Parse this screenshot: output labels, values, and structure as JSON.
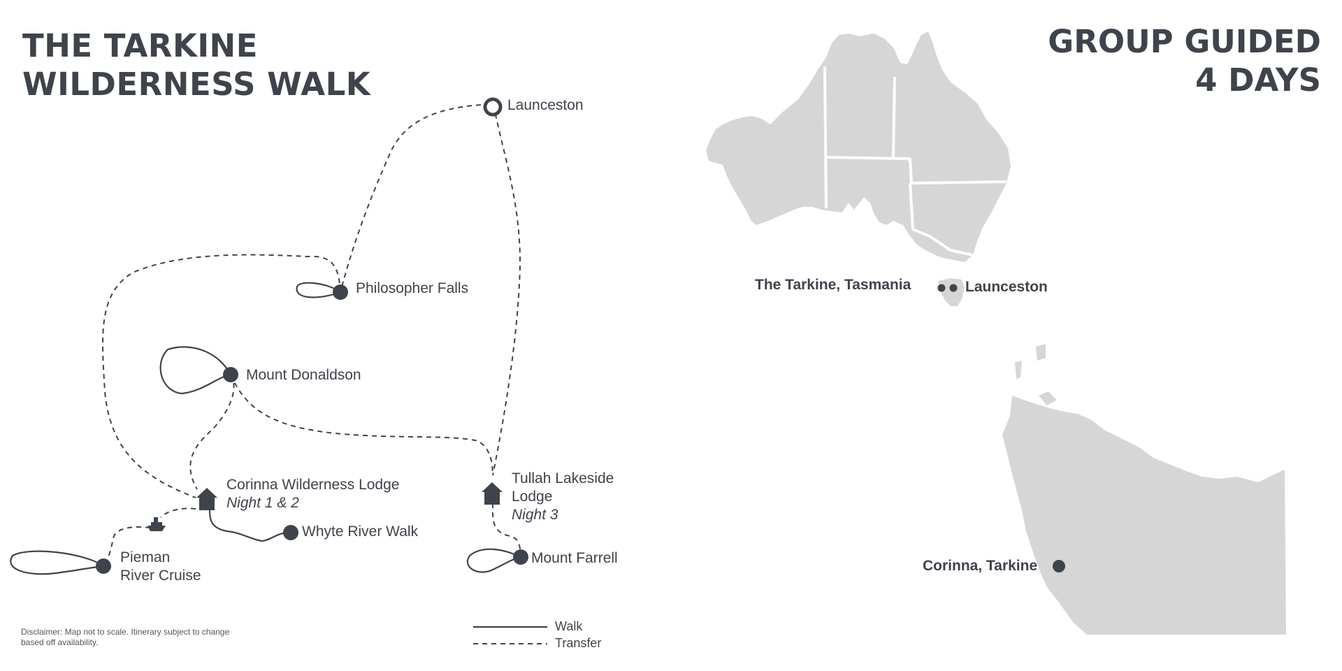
{
  "title": {
    "line1": "THE TARKINE",
    "line2": "WILDERNESS WALK"
  },
  "tour": {
    "line1": "GROUP GUIDED",
    "line2": "4 DAYS"
  },
  "places": {
    "launceston": "Launceston",
    "philosopher_falls": "Philosopher Falls",
    "mount_donaldson": "Mount Donaldson",
    "corinna_lodge": {
      "name": "Corinna Wilderness  Lodge",
      "note": "Night 1 & 2"
    },
    "tullah_lodge": {
      "line1": "Tullah Lakeside",
      "line2": "Lodge",
      "note": "Night 3"
    },
    "whyte_river": "Whyte River Walk",
    "pieman": {
      "line1": "Pieman",
      "line2": "River Cruise"
    },
    "mount_farrell": "Mount Farrell"
  },
  "inset": {
    "tarkine_tasmania": "The Tarkine, Tasmania",
    "launceston": "Launceston",
    "corinna_tarkine": "Corinna, Tarkine"
  },
  "legend": {
    "walk": "Walk",
    "transfer": "Transfer"
  },
  "disclaimer": "Disclaimer: Map not to scale. Itinerary subject to change based off availability.",
  "colors": {
    "ink": "#3f434b",
    "land": "#d6d6d6"
  },
  "icons": {
    "lodge": "house-icon",
    "cruise": "boat-icon",
    "start": "ring-marker-icon"
  }
}
